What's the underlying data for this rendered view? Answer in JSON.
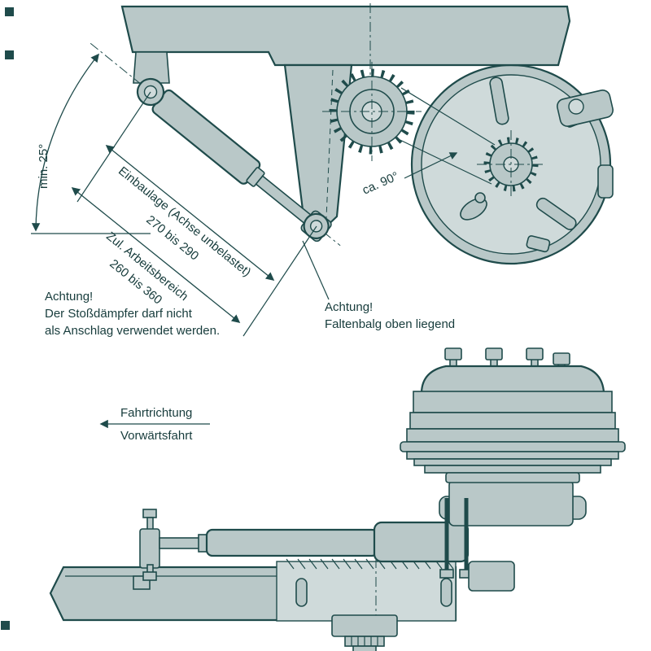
{
  "colors": {
    "background": "#ffffff",
    "part_fill": "#b9c8c8",
    "part_fill_light": "#cfdada",
    "outline": "#1f4b4b",
    "text": "#173c3c"
  },
  "top_view": {
    "angle_min_label": "min. 25°",
    "install_dim_label_line1": "Einbaulage (Achse unbelastet)",
    "install_dim_label_line2": "270 bis 290",
    "working_range_label_line1": "Zul. Arbeitsbereich",
    "working_range_label_line2": "260 bis 360",
    "angle_90_label": "ca. 90°",
    "warning_shock": {
      "line1": "Achtung!",
      "line2": "Der Stoßdämpfer darf nicht",
      "line3": "als Anschlag verwendet werden."
    },
    "warning_bellows": {
      "line1": "Achtung!",
      "line2": "Faltenbalg oben liegend"
    }
  },
  "bottom_view": {
    "direction_label_line1": "Fahrtrichtung",
    "direction_label_line2": "Vorwärtsfahrt"
  }
}
